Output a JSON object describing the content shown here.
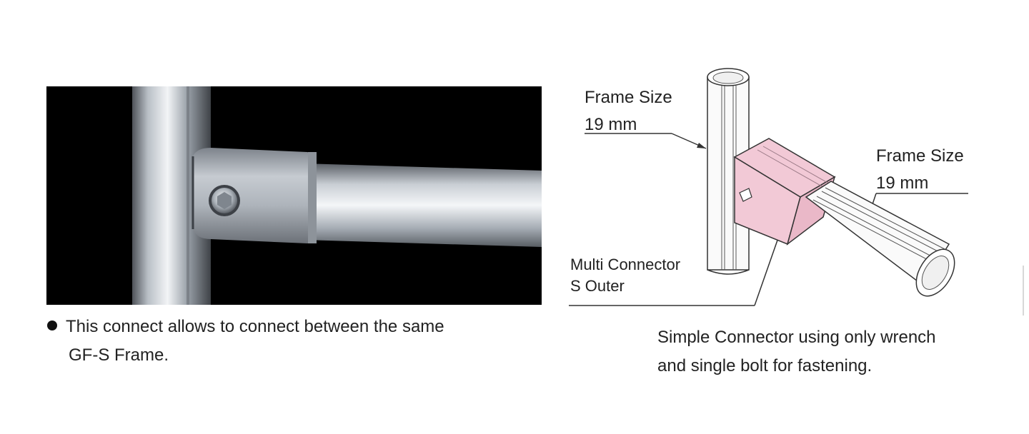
{
  "photo": {
    "description_icon": "connector-photo"
  },
  "left_caption": {
    "line1": "This connect allows to connect between the same",
    "line2": "GF-S Frame."
  },
  "diagram": {
    "label_frame_size_1": "Frame Size",
    "label_size_1": "19 mm",
    "label_frame_size_2": "Frame Size",
    "label_size_2": "19 mm",
    "label_connector_1": "Multi Connector",
    "label_connector_2": "S Outer",
    "connector_color": "#f2c9d6"
  },
  "right_caption": {
    "line1": "Simple Connector using only wrench",
    "line2": "and single bolt for fastening."
  }
}
